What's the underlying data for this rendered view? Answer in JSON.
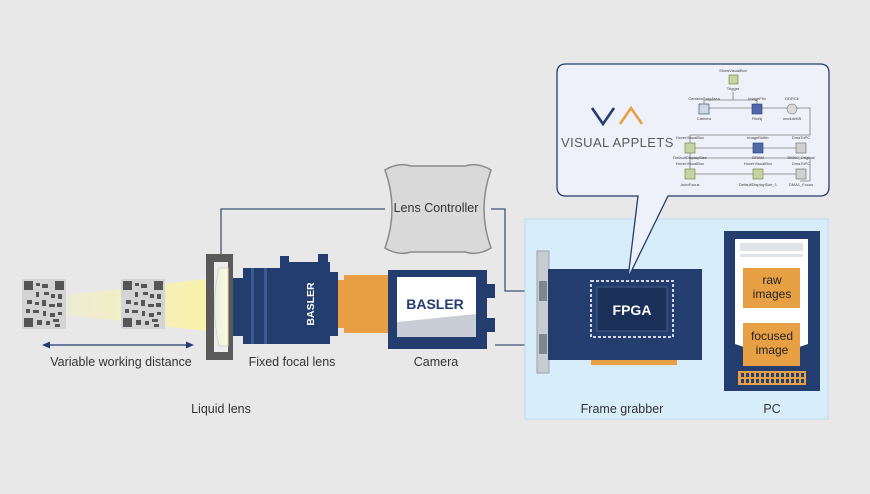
{
  "labels": {
    "variable_working_distance": "Variable working distance",
    "fixed_focal_lens": "Fixed focal lens",
    "camera": "Camera",
    "liquid_lens": "Liquid lens",
    "lens_controller": "Lens Controller",
    "frame_grabber": "Frame grabber",
    "pc": "PC",
    "fpga": "FPGA"
  },
  "lens_brand": "BASLER",
  "camera_brand": "BASLER",
  "visual_applets": {
    "logo_text": "VISUAL APPLETS",
    "nodes": [
      {
        "top": "ShowVisualBox",
        "bottom": "Trigger"
      },
      {
        "top": "CameraGrayArea",
        "bottom": "Camera"
      },
      {
        "top": "ImageFifo",
        "bottom": "FifoNj"
      },
      {
        "top": "DDRCk",
        "bottom": "moduleKB"
      },
      {
        "top": "HoverVisualBox",
        "bottom": "DefaultDisplaySize"
      },
      {
        "top": "ImageBuffer",
        "bottom": "DRAM"
      },
      {
        "top": "DmaToPC",
        "bottom": "DMA0_Original"
      },
      {
        "top": "HoverVisualBox",
        "bottom": "AutoFocus"
      },
      {
        "top": "HoverVisualBox",
        "bottom": "DefaultDisplaySize_1"
      },
      {
        "top": "DmaToPC",
        "bottom": "DMA1_Focus"
      }
    ]
  },
  "pc_boxes": {
    "raw": [
      "raw",
      "images"
    ],
    "focused": [
      "focused",
      "image"
    ]
  },
  "colors": {
    "background": "#e8e8e8",
    "navy": "#223d6e",
    "orange": "#e8a044",
    "frame_grabber_bg": "#d7eefa",
    "beam": "#f6ec8c"
  }
}
